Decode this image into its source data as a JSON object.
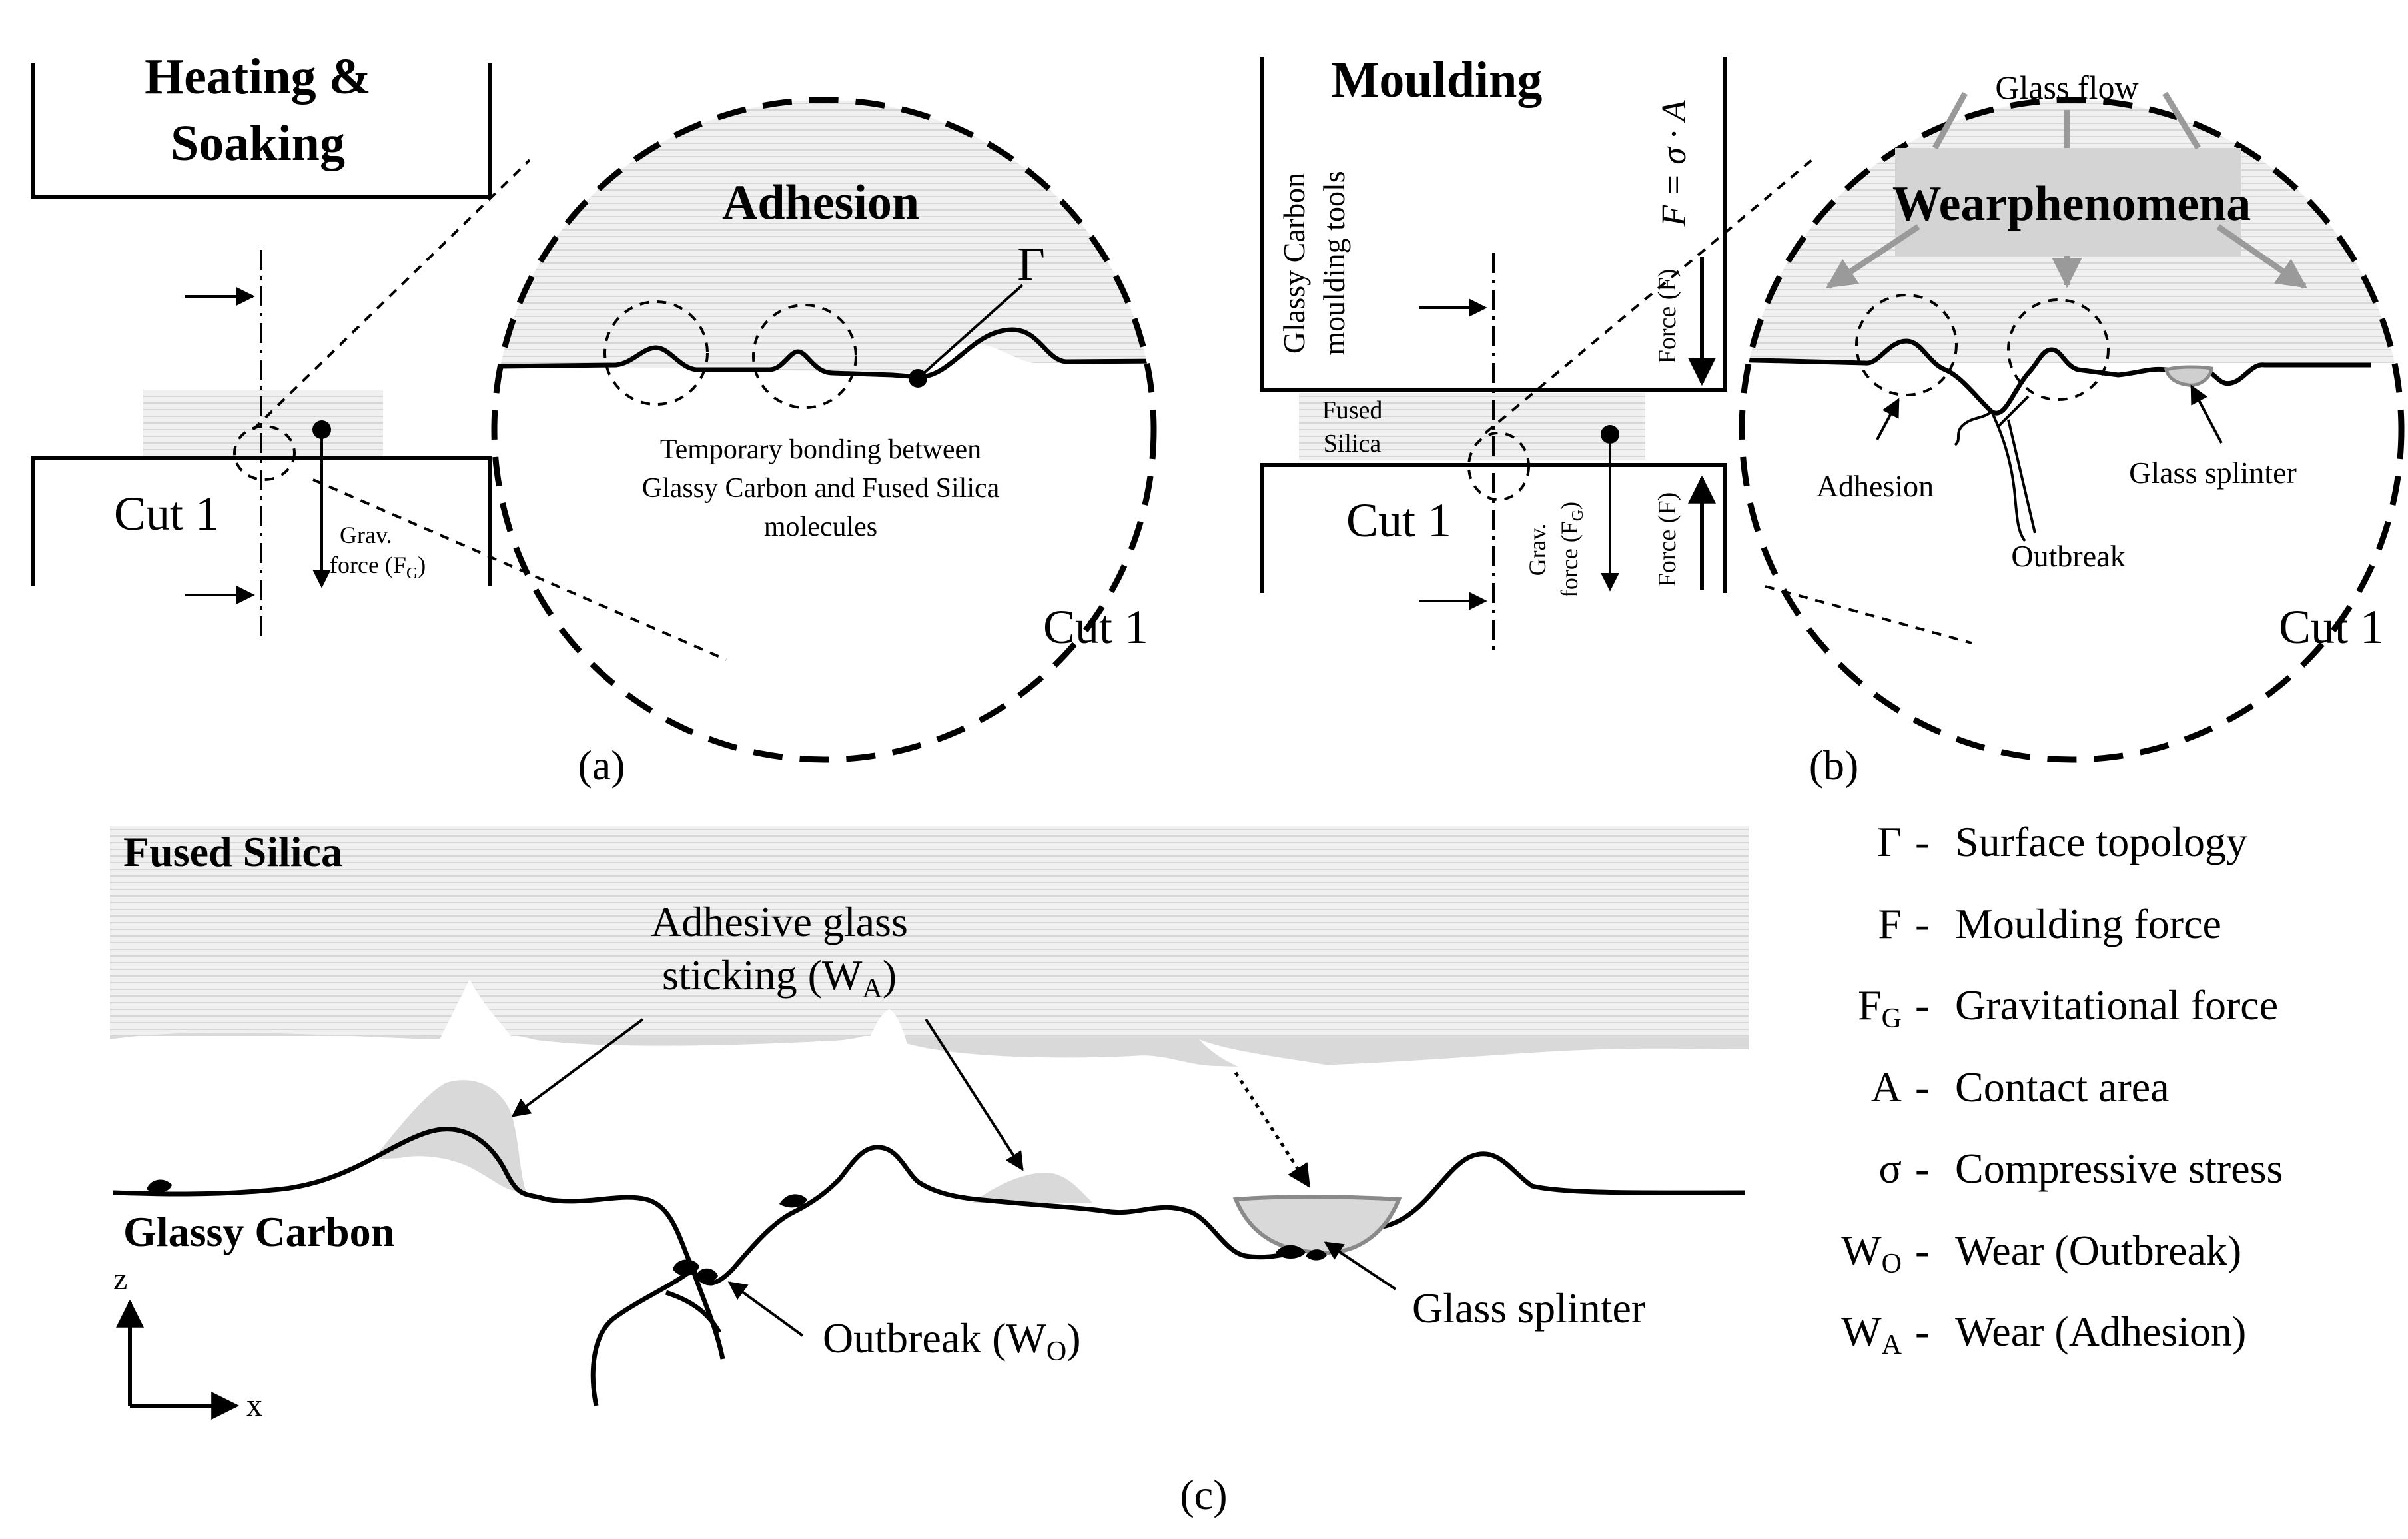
{
  "panel_a": {
    "title_line1": "Heating &",
    "title_line2": "Soaking",
    "zoom_title": "Adhesion",
    "gamma_label": "Γ",
    "bonding_line1": "Temporary bonding between",
    "bonding_line2": "Glassy  Carbon and Fused Silica",
    "bonding_line3": "molecules",
    "cut_label": "Cut 1",
    "zoom_cut_label": "Cut 1",
    "grav_line1": "Grav.",
    "grav_line2": "force (F",
    "grav_sub": "G",
    "grav_close": ")",
    "caption": "(a)"
  },
  "panel_b": {
    "title": "Moulding",
    "formula": "F  =  σ · A",
    "tools_line1": "Glassy  Carbon",
    "tools_line2": "moulding tools",
    "force_top": "Force (F)",
    "force_bottom": "Force (F)",
    "fused_line1": "Fused",
    "fused_line2": "Silica",
    "cut_label": "Cut 1",
    "zoom_cut_label": "Cut 1",
    "grav_line1": "Grav.",
    "grav_line2": "force (F",
    "grav_sub": "G",
    "grav_close": ")",
    "glass_flow": "Glass  flow",
    "zoom_title": "Wearphenomena",
    "adhesion": "Adhesion",
    "outbreak": "Outbreak",
    "glass_splinter": "Glass splinter",
    "caption": "(b)"
  },
  "panel_c": {
    "fused_silica": "Fused Silica",
    "glassy_carbon": "Glassy Carbon",
    "adhesive_line1": "Adhesive glass",
    "adhesive_line2": "sticking (W",
    "adhesive_sub": "A",
    "adhesive_close": ")",
    "outbreak": "Outbreak (W",
    "outbreak_sub": "O",
    "outbreak_close": ")",
    "glass_splinter": "Glass splinter",
    "axis_z": "z",
    "axis_x": "x",
    "caption": "(c)"
  },
  "legend": [
    {
      "symbol": "Γ",
      "sub": "",
      "dash": "-",
      "text": "Surface topology"
    },
    {
      "symbol": "F",
      "sub": "",
      "dash": "-",
      "text": "Moulding force"
    },
    {
      "symbol": "F",
      "sub": "G",
      "dash": "-",
      "text": "Gravitational force"
    },
    {
      "symbol": "A",
      "sub": "",
      "dash": "-",
      "text": "Contact area"
    },
    {
      "symbol": "σ",
      "sub": "",
      "dash": "-",
      "text": "Compressive stress"
    },
    {
      "symbol": "W",
      "sub": "O",
      "dash": "-",
      "text": "Wear (Outbreak)"
    },
    {
      "symbol": "W",
      "sub": "A",
      "dash": "-",
      "text": "Wear (Adhesion)"
    }
  ],
  "colors": {
    "silica_fill": "#e6e6e6",
    "adhesive_fill": "#d9d9d9",
    "flow_box": "#d4d4d4",
    "flow_arrow": "#9a9a9a",
    "splinter_stroke": "#8a8a8a"
  }
}
